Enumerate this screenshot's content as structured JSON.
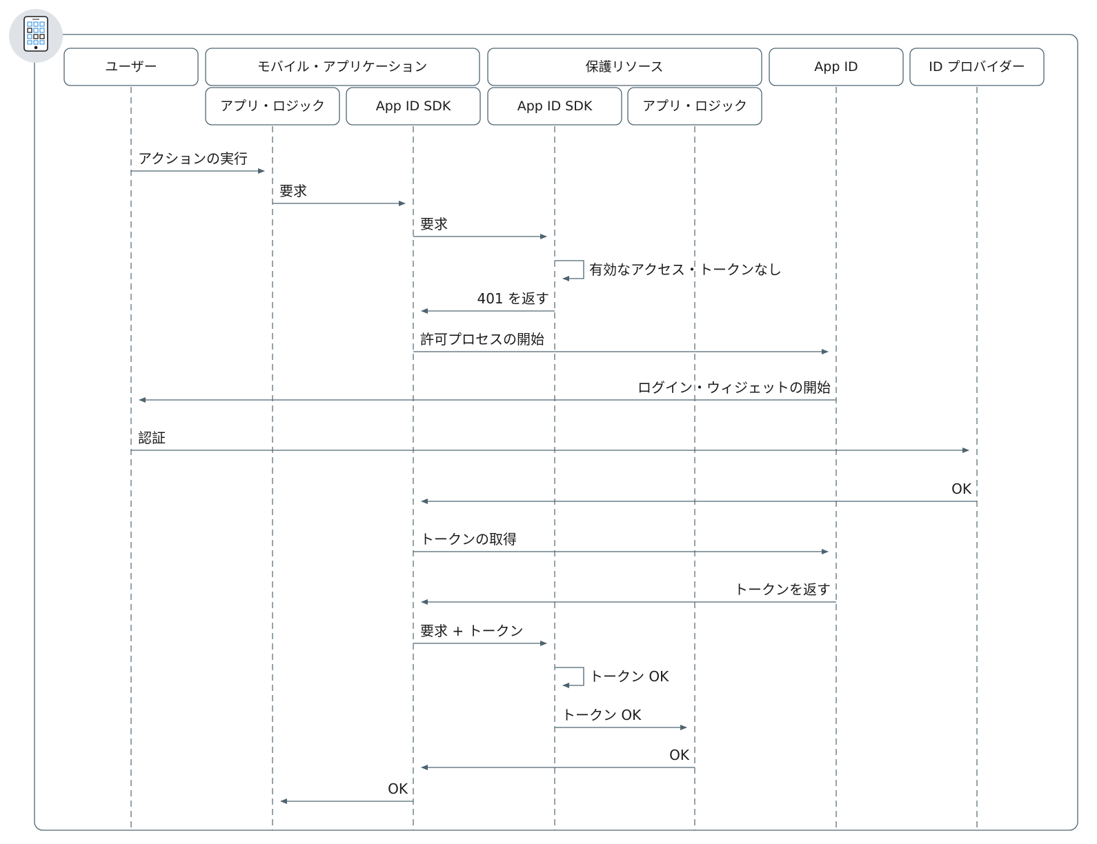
{
  "colors": {
    "frame": "#4d6470",
    "line": "#4d6470",
    "text": "#1b1b1b",
    "icon_bg": "#dfe3e8",
    "icon_blue": "#4da1e6"
  },
  "icon": "mobile-app-icon",
  "participants": {
    "user": "ユーザー",
    "mobile_app": "モバイル・アプリケーション",
    "app_logic_client": "アプリ・ロジック",
    "app_id_sdk_client": "App ID SDK",
    "protected_resource": "保護リソース",
    "app_id_sdk_server": "App ID SDK",
    "app_logic_server": "アプリ・ロジック",
    "app_id": "App ID",
    "id_provider": "ID プロバイダー"
  },
  "messages": [
    {
      "from": "user",
      "to": "app_logic_client",
      "label": "アクションの実行"
    },
    {
      "from": "app_logic_client",
      "to": "app_id_sdk_client",
      "label": "要求"
    },
    {
      "from": "app_id_sdk_client",
      "to": "app_id_sdk_server",
      "label": "要求"
    },
    {
      "from": "app_id_sdk_server",
      "to": "app_id_sdk_server",
      "label": "有効なアクセス・トークンなし",
      "self": true
    },
    {
      "from": "app_id_sdk_server",
      "to": "app_id_sdk_client",
      "label": "401 を返す"
    },
    {
      "from": "app_id_sdk_client",
      "to": "app_id",
      "label": "許可プロセスの開始"
    },
    {
      "from": "app_id",
      "to": "user",
      "label": "ログイン・ウィジェットの開始"
    },
    {
      "from": "user",
      "to": "id_provider",
      "label": "認証"
    },
    {
      "from": "id_provider",
      "to": "app_id_sdk_client",
      "label": "OK"
    },
    {
      "from": "app_id_sdk_client",
      "to": "app_id",
      "label": "トークンの取得"
    },
    {
      "from": "app_id",
      "to": "app_id_sdk_client",
      "label": "トークンを返す"
    },
    {
      "from": "app_id_sdk_client",
      "to": "app_id_sdk_server",
      "label": "要求 + トークン"
    },
    {
      "from": "app_id_sdk_server",
      "to": "app_id_sdk_server",
      "label": "トークン OK",
      "self": true
    },
    {
      "from": "app_id_sdk_server",
      "to": "app_logic_server",
      "label": "トークン OK"
    },
    {
      "from": "app_logic_server",
      "to": "app_id_sdk_client",
      "label": "OK"
    },
    {
      "from": "app_id_sdk_client",
      "to": "app_logic_client",
      "label": "OK"
    }
  ]
}
